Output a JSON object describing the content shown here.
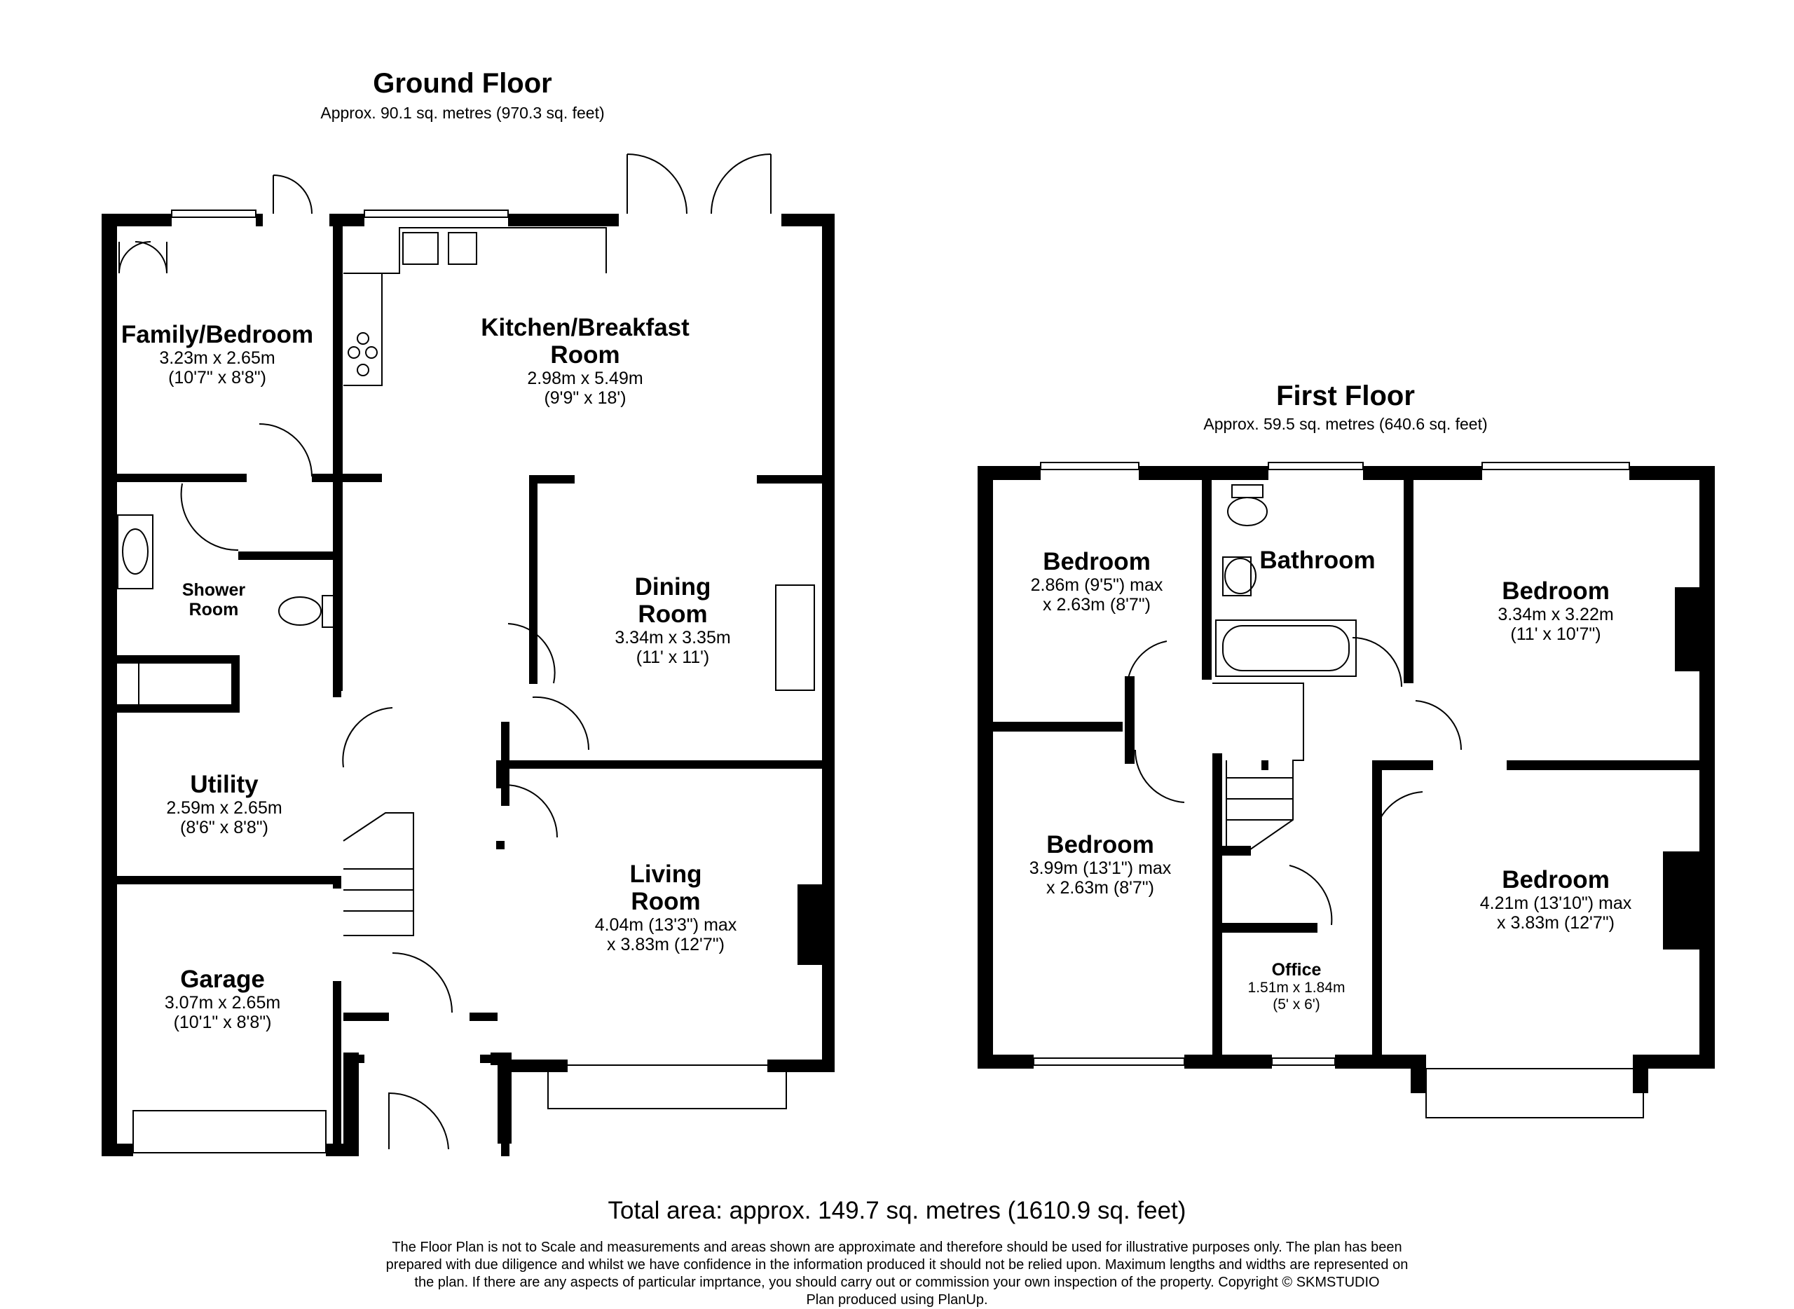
{
  "ground_floor": {
    "title": "Ground Floor",
    "area": "Approx. 90.1 sq. metres (970.3 sq. feet)",
    "rooms": {
      "family_bedroom": {
        "name": "Family/Bedroom",
        "dim1": "3.23m x 2.65m",
        "dim2": "(10'7\" x 8'8\")"
      },
      "kitchen": {
        "name1": "Kitchen/Breakfast",
        "name2": "Room",
        "dim1": "2.98m x 5.49m",
        "dim2": "(9'9\" x 18')"
      },
      "shower": {
        "name1": "Shower",
        "name2": "Room"
      },
      "dining": {
        "name1": "Dining",
        "name2": "Room",
        "dim1": "3.34m x 3.35m",
        "dim2": "(11' x 11')"
      },
      "utility": {
        "name": "Utility",
        "dim1": "2.59m x 2.65m",
        "dim2": "(8'6\" x 8'8\")"
      },
      "living": {
        "name1": "Living",
        "name2": "Room",
        "dim1": "4.04m (13'3\") max",
        "dim2": "x 3.83m (12'7\")"
      },
      "garage": {
        "name": "Garage",
        "dim1": "3.07m x 2.65m",
        "dim2": "(10'1\" x 8'8\")"
      }
    }
  },
  "first_floor": {
    "title": "First Floor",
    "area": "Approx. 59.5 sq. metres (640.6 sq. feet)",
    "rooms": {
      "bedroom_tl": {
        "name": "Bedroom",
        "dim1": "2.86m (9'5\") max",
        "dim2": "x 2.63m (8'7\")"
      },
      "bathroom": {
        "name": "Bathroom"
      },
      "bedroom_tr": {
        "name": "Bedroom",
        "dim1": "3.34m x 3.22m",
        "dim2": "(11' x 10'7\")"
      },
      "bedroom_bl": {
        "name": "Bedroom",
        "dim1": "3.99m (13'1\") max",
        "dim2": "x 2.63m (8'7\")"
      },
      "office": {
        "name": "Office",
        "dim1": "1.51m x 1.84m",
        "dim2": "(5' x 6')"
      },
      "bedroom_br": {
        "name": "Bedroom",
        "dim1": "4.21m (13'10\") max",
        "dim2": "x 3.83m (12'7\")"
      }
    }
  },
  "total_area": "Total area: approx. 149.7 sq. metres (1610.9 sq. feet)",
  "disclaimer": {
    "line1": "The Floor Plan is not to Scale and measurements and areas shown are approximate and therefore should be used for illustrative purposes only. The plan has been",
    "line2": "prepared with due diligence and whilst we have confidence in the information produced it should not be relied upon. Maximum lengths and widths are represented on",
    "line3": "the plan. If there are any aspects of particular imprtance, you should carry out or commission your own inspection of the property. Copyright © SKMSTUDIO",
    "line4": "Plan produced using PlanUp."
  },
  "colors": {
    "wall": "#000000",
    "background": "#ffffff",
    "fixture": "#333333"
  }
}
